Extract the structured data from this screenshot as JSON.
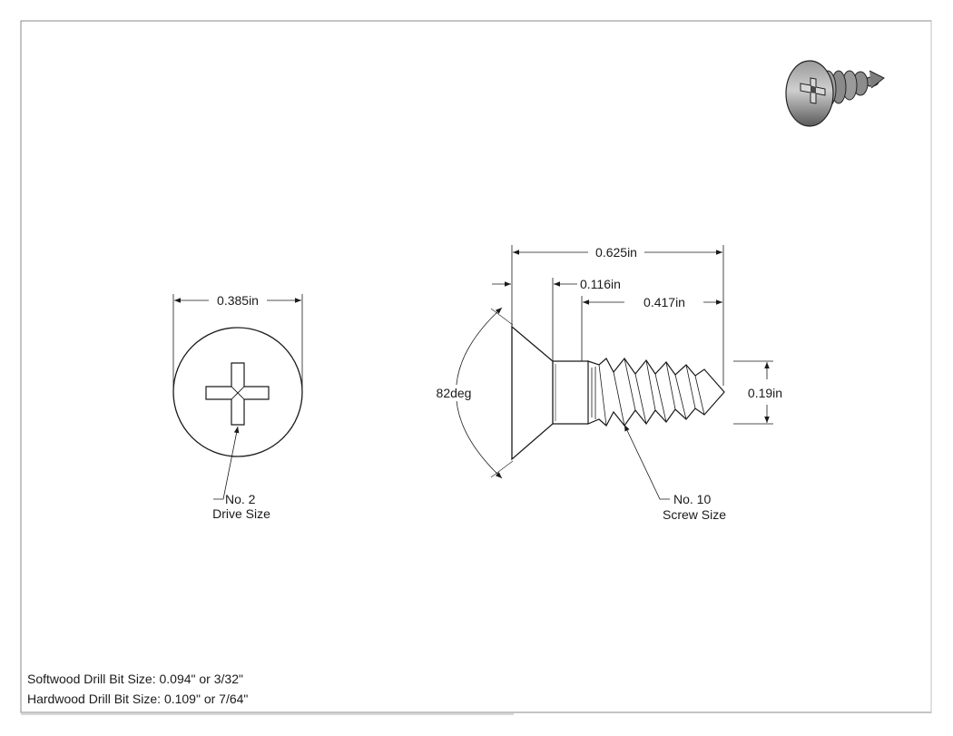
{
  "front_view": {
    "diameter": "0.385in",
    "drive_size": "No. 2",
    "drive_size_caption": "Drive Size"
  },
  "side_view": {
    "overall_length": "0.625in",
    "head_height": "0.116in",
    "thread_length": "0.417in",
    "head_angle": "82deg",
    "shank_diameter": "0.19in",
    "screw_size": "No. 10",
    "screw_size_caption": "Screw Size"
  },
  "notes": {
    "softwood": "Softwood Drill Bit Size: 0.094\" or 3/32\"",
    "hardwood": "Hardwood Drill Bit Size: 0.109\" or 7/64\""
  }
}
